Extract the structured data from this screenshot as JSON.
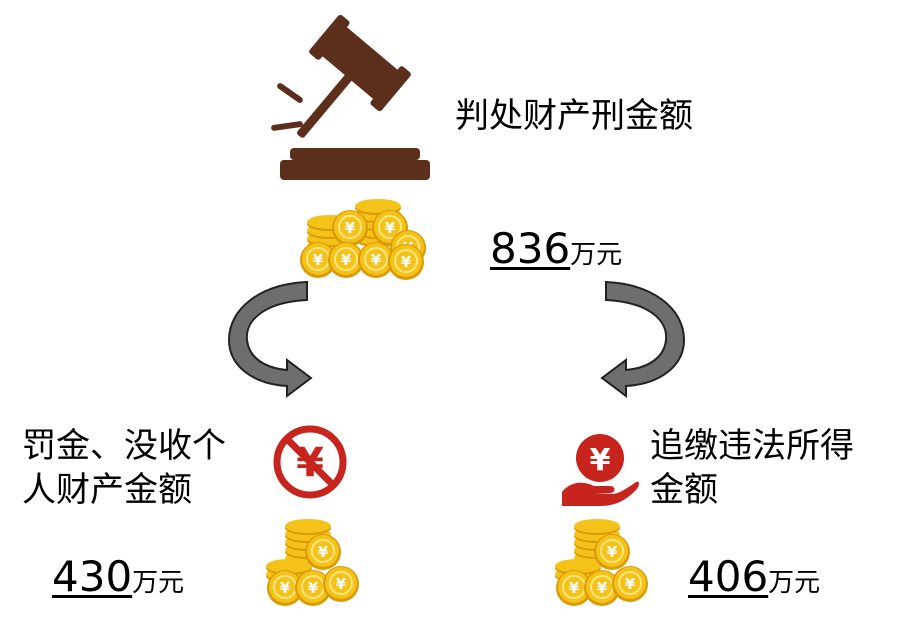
{
  "colors": {
    "gavel": "#5b2f1b",
    "coin_fill": "#f5c21a",
    "coin_dark": "#d99a06",
    "coin_light": "#ffe680",
    "arrow_fill": "#6e6e6e",
    "arrow_stroke": "#222222",
    "prohibit_red": "#c8241e",
    "hand_red": "#c8241e"
  },
  "top": {
    "icon": "gavel-icon",
    "title": "判处财产刑金额",
    "amount": "836",
    "unit": "万元"
  },
  "left": {
    "icon": "no-yuan-icon",
    "title_line1": "罚金、没收个",
    "title_line2": "人财产金额",
    "amount": "430",
    "unit": "万元"
  },
  "right": {
    "icon": "hand-yuan-icon",
    "title_line1": "追缴违法所得",
    "title_line2": "金额",
    "amount": "406",
    "unit": "万元"
  },
  "coin_symbol": "¥"
}
